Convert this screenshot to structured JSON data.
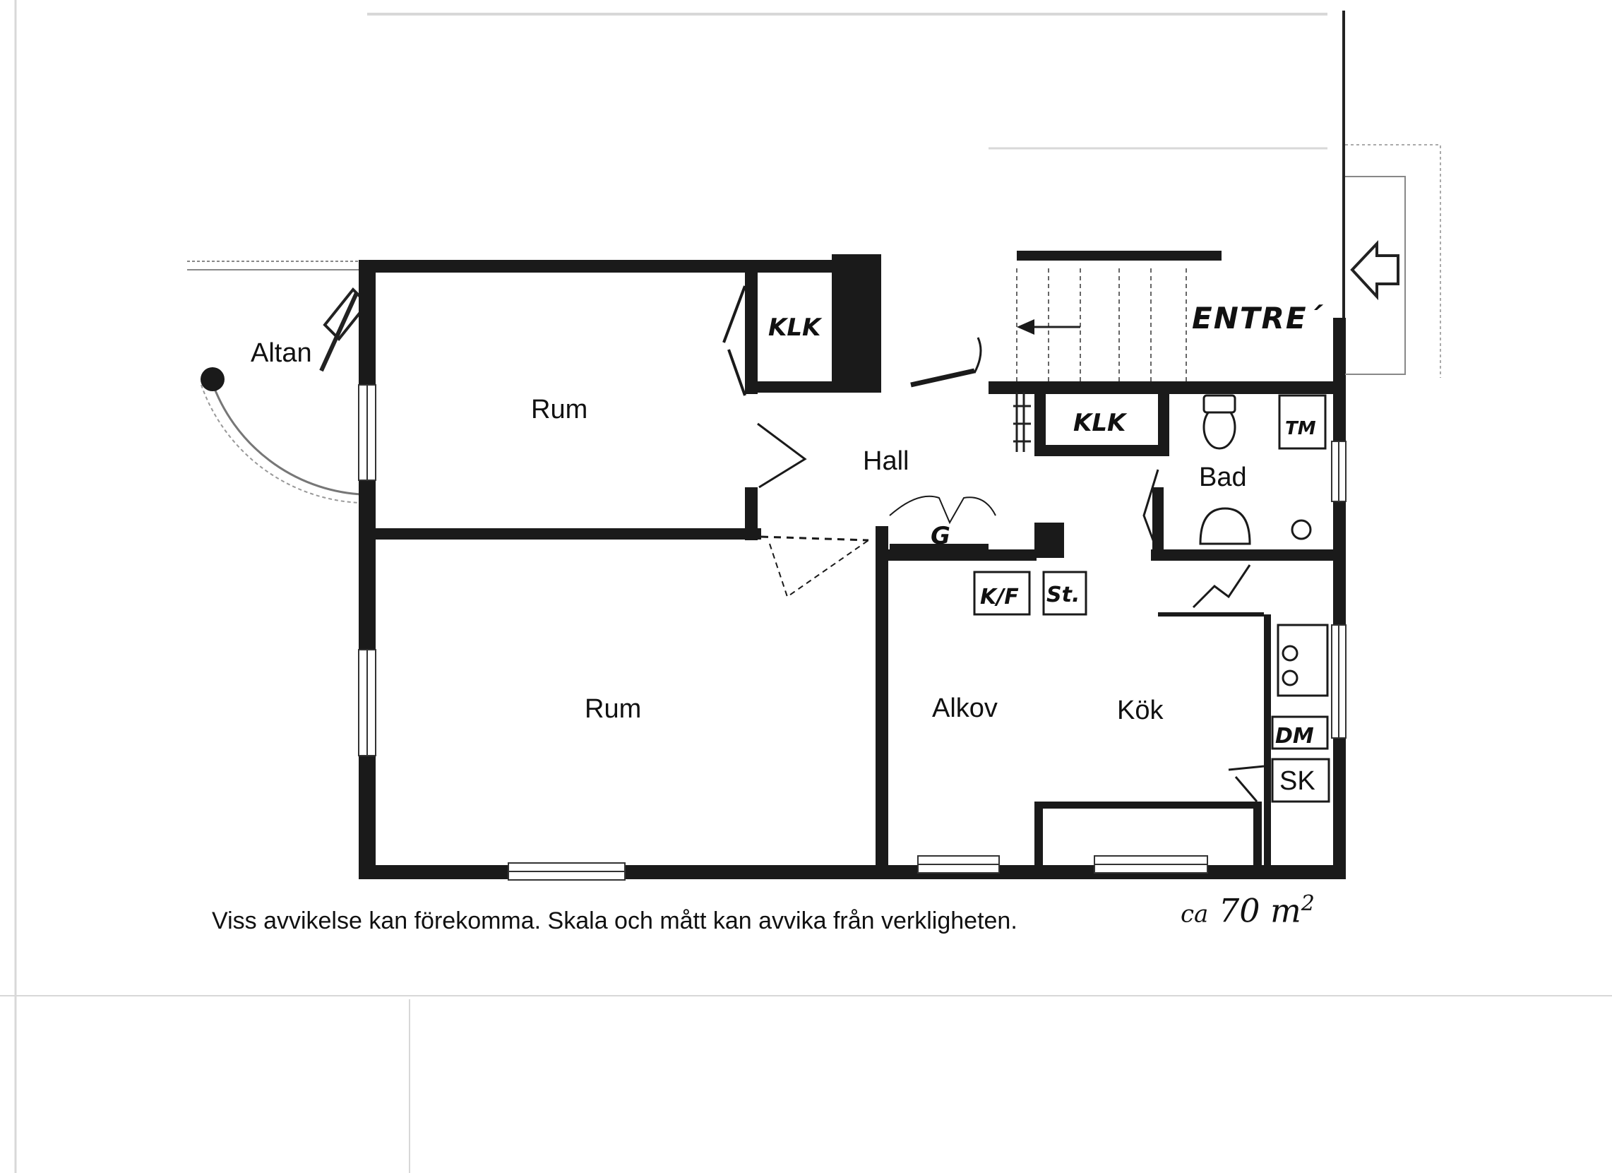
{
  "rooms": {
    "altan": "Altan",
    "rum_top": "Rum",
    "rum_bottom": "Rum",
    "hall": "Hall",
    "alkov": "Alkov",
    "kok": "Kök",
    "bad": "Bad"
  },
  "annotations": {
    "klk_1": "KLK",
    "klk_2": "KLK",
    "entre": "ENTRE´",
    "g": "G",
    "kf": "K/F",
    "st": "St.",
    "tm": "TM",
    "dm": "DM",
    "sk": "SK"
  },
  "caption": "Viss avvikelse kan förekomma. Skala och mått kan avvika från verkligheten.",
  "area": {
    "prefix": "ca",
    "value": "70 m",
    "sup": "2"
  },
  "colors": {
    "wall": "#1a1a1a",
    "paper": "#ffffff"
  },
  "icons": [
    "entrance-arrow-icon",
    "toilet-icon",
    "sink-icon",
    "stove-icon"
  ]
}
